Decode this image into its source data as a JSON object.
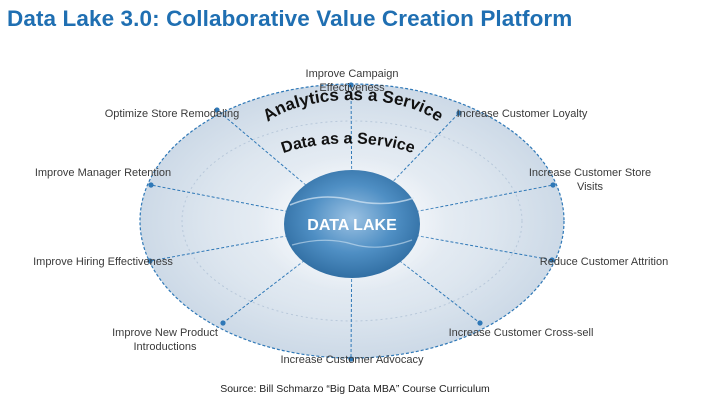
{
  "title": "Data Lake 3.0: Collaborative Value Creation Platform",
  "center_label": "DATA LAKE",
  "ring_text": {
    "line1": "Analytics as a Service",
    "line2": "Data as a Service"
  },
  "spokes": [
    {
      "label": "Improve Campaign Effectiveness"
    },
    {
      "label": "Increase Customer Loyalty"
    },
    {
      "label": "Increase Customer Store Visits"
    },
    {
      "label": "Reduce Customer Attrition"
    },
    {
      "label": "Increase Customer Cross-sell"
    },
    {
      "label": "Increase Customer Advocacy"
    },
    {
      "label": "Improve New Product Introductions"
    },
    {
      "label": "Improve Hiring Effectiveness"
    },
    {
      "label": "Improve Manager Retention"
    },
    {
      "label": "Optimize Store Remodeling"
    }
  ],
  "source": "Source: Bill Schmarzo “Big Data MBA” Course Curriculum",
  "colors": {
    "title": "#1f6fb2",
    "ellipse_fill": "#cfdbe8",
    "spoke": "#2f78b7",
    "lake": "#3f7fb4"
  }
}
